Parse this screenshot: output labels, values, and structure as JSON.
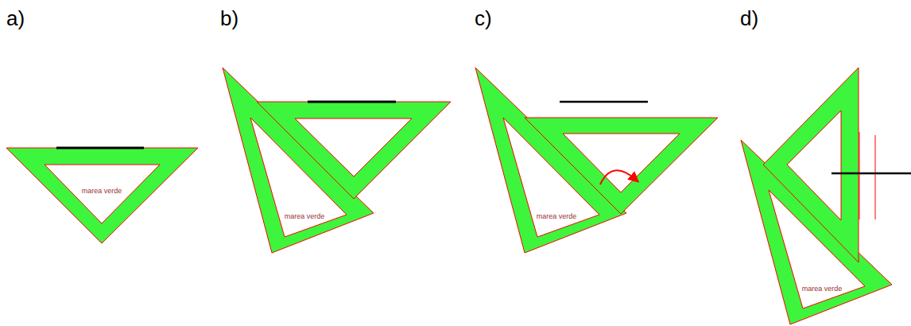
{
  "diagram": {
    "labels": [
      "a)",
      "b)",
      "c)",
      "d)",
      "marea verde",
      "marea verde",
      "marea verde",
      "marea verde"
    ]
  }
}
